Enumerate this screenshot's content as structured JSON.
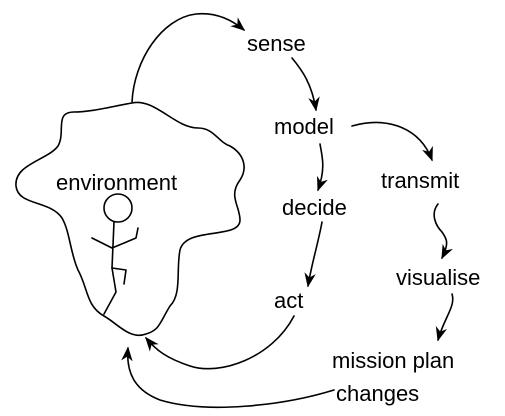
{
  "nodes": {
    "environment": "environment",
    "sense": "sense",
    "model": "model",
    "decide": "decide",
    "act": "act",
    "transmit": "transmit",
    "visualise": "visualise",
    "mission_plan": "mission plan",
    "changes": "changes"
  },
  "colors": {
    "ink": "#000000",
    "background": "#ffffff"
  }
}
